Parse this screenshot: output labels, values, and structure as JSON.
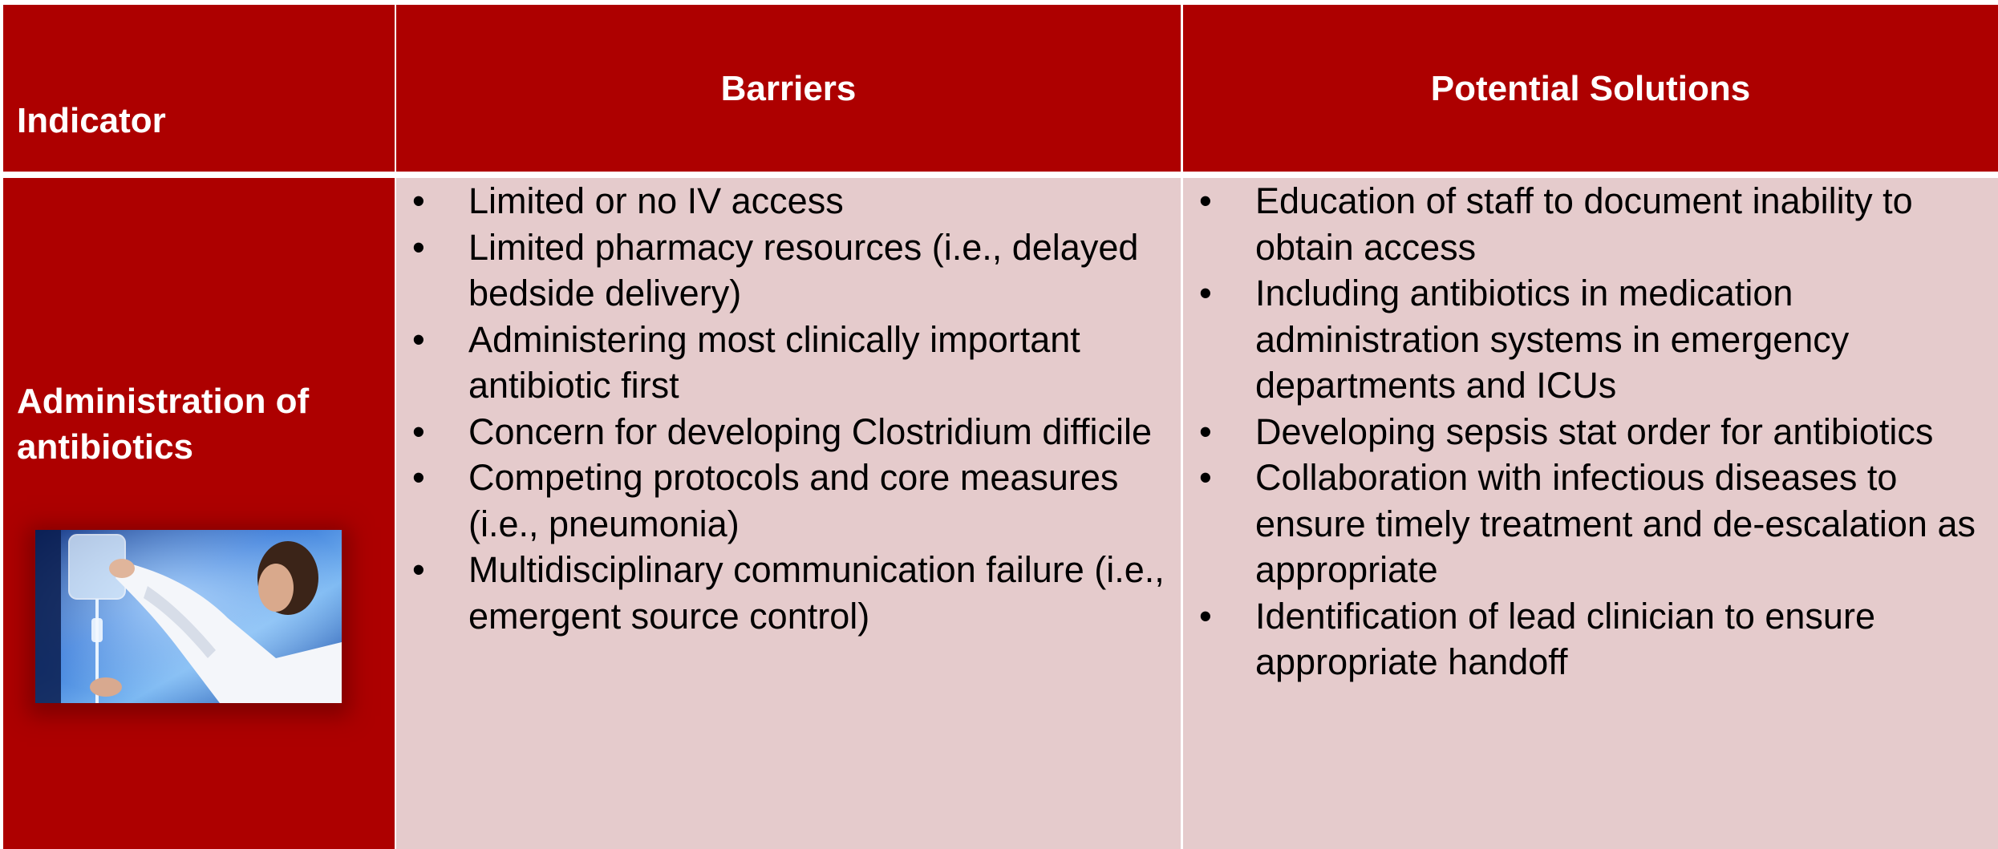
{
  "table": {
    "headers": {
      "indicator": "Indicator",
      "barriers": "Barriers",
      "solutions": "Potential Solutions"
    },
    "rows": [
      {
        "indicator": "Administration of antibiotics",
        "image": "clinician-adjusting-iv-bag-photo",
        "barriers": [
          "Limited or no IV access",
          "Limited pharmacy resources (i.e., delayed bedside delivery)",
          "Administering most clinically important antibiotic first",
          "Concern for developing Clostridium difficile",
          "Competing protocols and core measures (i.e., pneumonia)",
          "Multidisciplinary communication failure (i.e., emergent source control)"
        ],
        "solutions": [
          "Education of staff to document inability to obtain access",
          "Including antibiotics in medication administration systems in emergency departments and ICUs",
          "Developing sepsis stat order for antibiotics",
          "Collaboration with infectious diseases to ensure timely treatment and de-escalation as appropriate",
          "Identification of lead clinician to ensure appropriate handoff"
        ]
      }
    ]
  },
  "colors": {
    "header_bg": "#ad0000",
    "body_bg": "#e5cbcc",
    "header_text": "#ffffff"
  },
  "bullet_glyph": "•"
}
